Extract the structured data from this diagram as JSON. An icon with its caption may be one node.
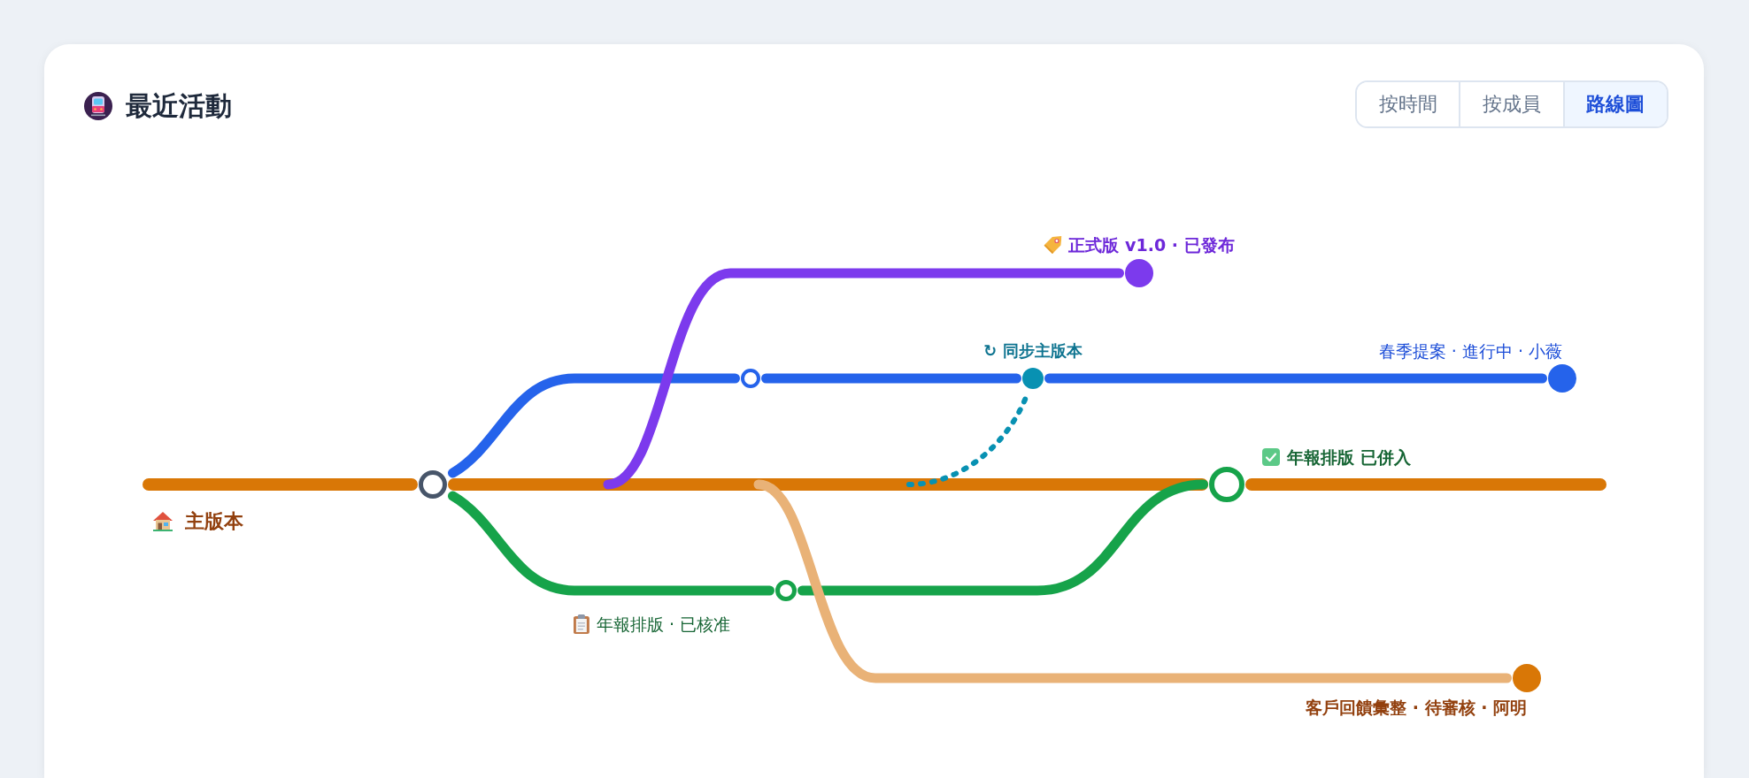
{
  "diagram": {
    "title": "最近活動",
    "nodes": [
      {
        "text": [],
        "shape": "circle",
        "beside": [
          "正式版 v1.0 · 已發布"
        ]
      },
      {
        "text": [],
        "shape": "circle"
      },
      {
        "text": [],
        "shape": "circle",
        "beside": [
          "↻ 同步主版本"
        ]
      },
      {
        "text": [],
        "shape": "circle",
        "beside": [
          "春季提案 · 進行中 · 小薇"
        ]
      },
      {
        "text": [],
        "shape": "circle"
      },
      {
        "text": [],
        "shape": "circle",
        "beside": [
          "年報排版 已併入"
        ]
      },
      {
        "text": [],
        "shape": "circle",
        "beside": [
          "年報排版 · 已核准"
        ]
      },
      {
        "text": [],
        "shape": "circle",
        "beside": [
          "客戶回饋彙整 · 待審核 · 阿明"
        ]
      }
    ],
    "edges": [
      {
        "from": null,
        "to": 4,
        "arrow": "none",
        "color": "#d97706"
      },
      {
        "from": 4,
        "to": 5,
        "arrow": "none",
        "color": "#d97706"
      },
      {
        "from": 5,
        "to": null,
        "arrow": "none",
        "color": "#d97706"
      },
      {
        "from": 4,
        "to": 1,
        "arrow": "none",
        "color": "#2563eb"
      },
      {
        "from": 1,
        "to": 2,
        "arrow": "none",
        "color": "#2563eb"
      },
      {
        "from": 2,
        "to": 3,
        "arrow": "none",
        "color": "#2563eb"
      },
      {
        "from": null,
        "to": 0,
        "arrow": "none",
        "color": "#7c3aed"
      },
      {
        "from": 4,
        "to": 6,
        "arrow": "none",
        "color": "#16a34a"
      },
      {
        "from": 6,
        "to": 5,
        "arrow": "none",
        "color": "#16a34a"
      },
      {
        "from": null,
        "to": 7,
        "arrow": "none",
        "color": "#e9b277"
      },
      {
        "from": null,
        "to": 2,
        "arrow": "none",
        "style": "dashed",
        "color": "#0891b2"
      }
    ],
    "labels": [
      "按時間",
      "按成員",
      "路線圖",
      "主版本"
    ]
  }
}
